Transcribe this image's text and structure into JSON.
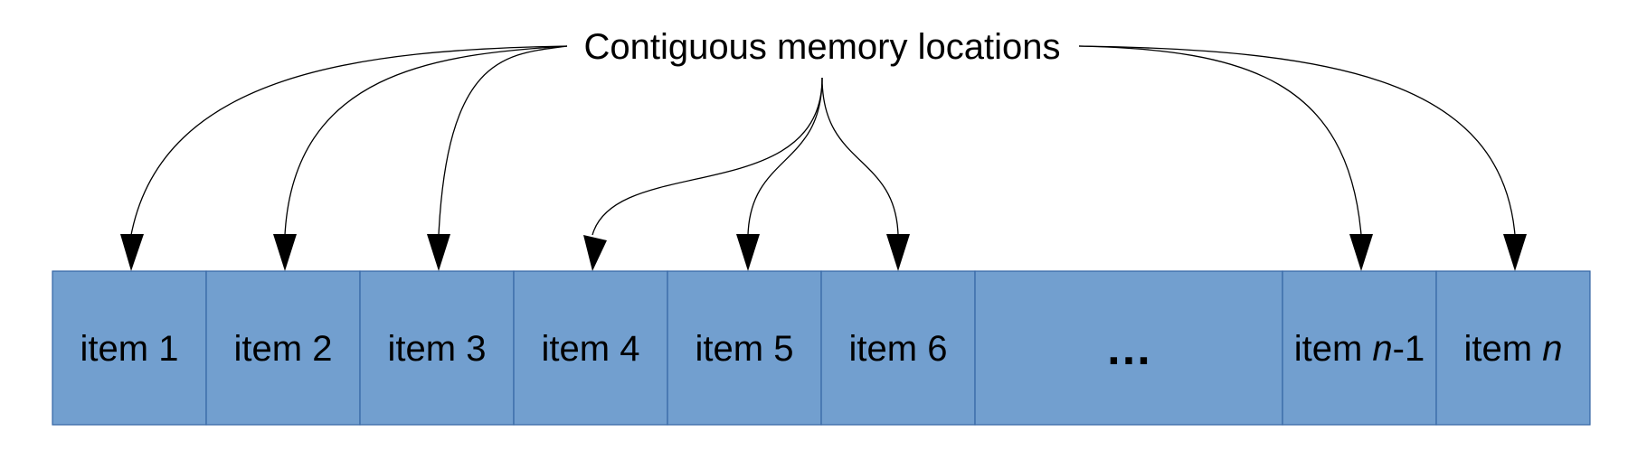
{
  "title": "Contiguous memory locations",
  "cells": [
    {
      "label": "item 1"
    },
    {
      "label": "item 2"
    },
    {
      "label": "item 3"
    },
    {
      "label": "item 4"
    },
    {
      "label": "item 5"
    },
    {
      "label": "item 6"
    },
    {
      "label": "…"
    },
    {
      "prefix": "item ",
      "var": "n",
      "suffix": "-1"
    },
    {
      "prefix": "item ",
      "var": "n",
      "suffix": ""
    }
  ],
  "colors": {
    "cell_fill": "#729fcf",
    "cell_stroke": "#3465a4",
    "arrow": "#000000"
  }
}
